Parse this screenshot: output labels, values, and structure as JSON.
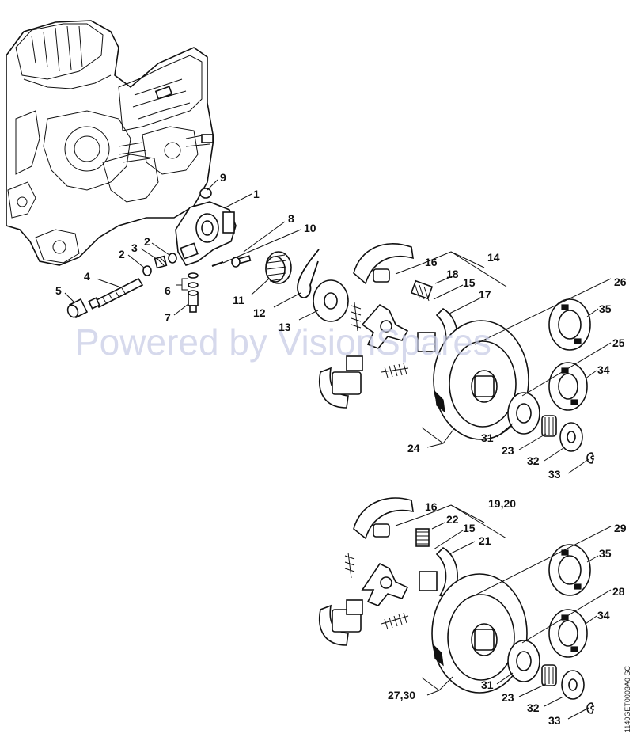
{
  "watermark": "Powered by VisionSpares",
  "drawing_code": "1140GET0003A0 SC",
  "part_labels": [
    "1",
    "2",
    "2",
    "3",
    "4",
    "5",
    "6",
    "7",
    "8",
    "9",
    "10",
    "11",
    "12",
    "13",
    "14",
    "15",
    "16",
    "17",
    "18",
    "24",
    "26",
    "35",
    "25",
    "34",
    "31",
    "23",
    "32",
    "33",
    "16",
    "19,20",
    "22",
    "15",
    "21",
    "29",
    "35",
    "28",
    "34",
    "27,30",
    "31",
    "23",
    "32",
    "33"
  ]
}
